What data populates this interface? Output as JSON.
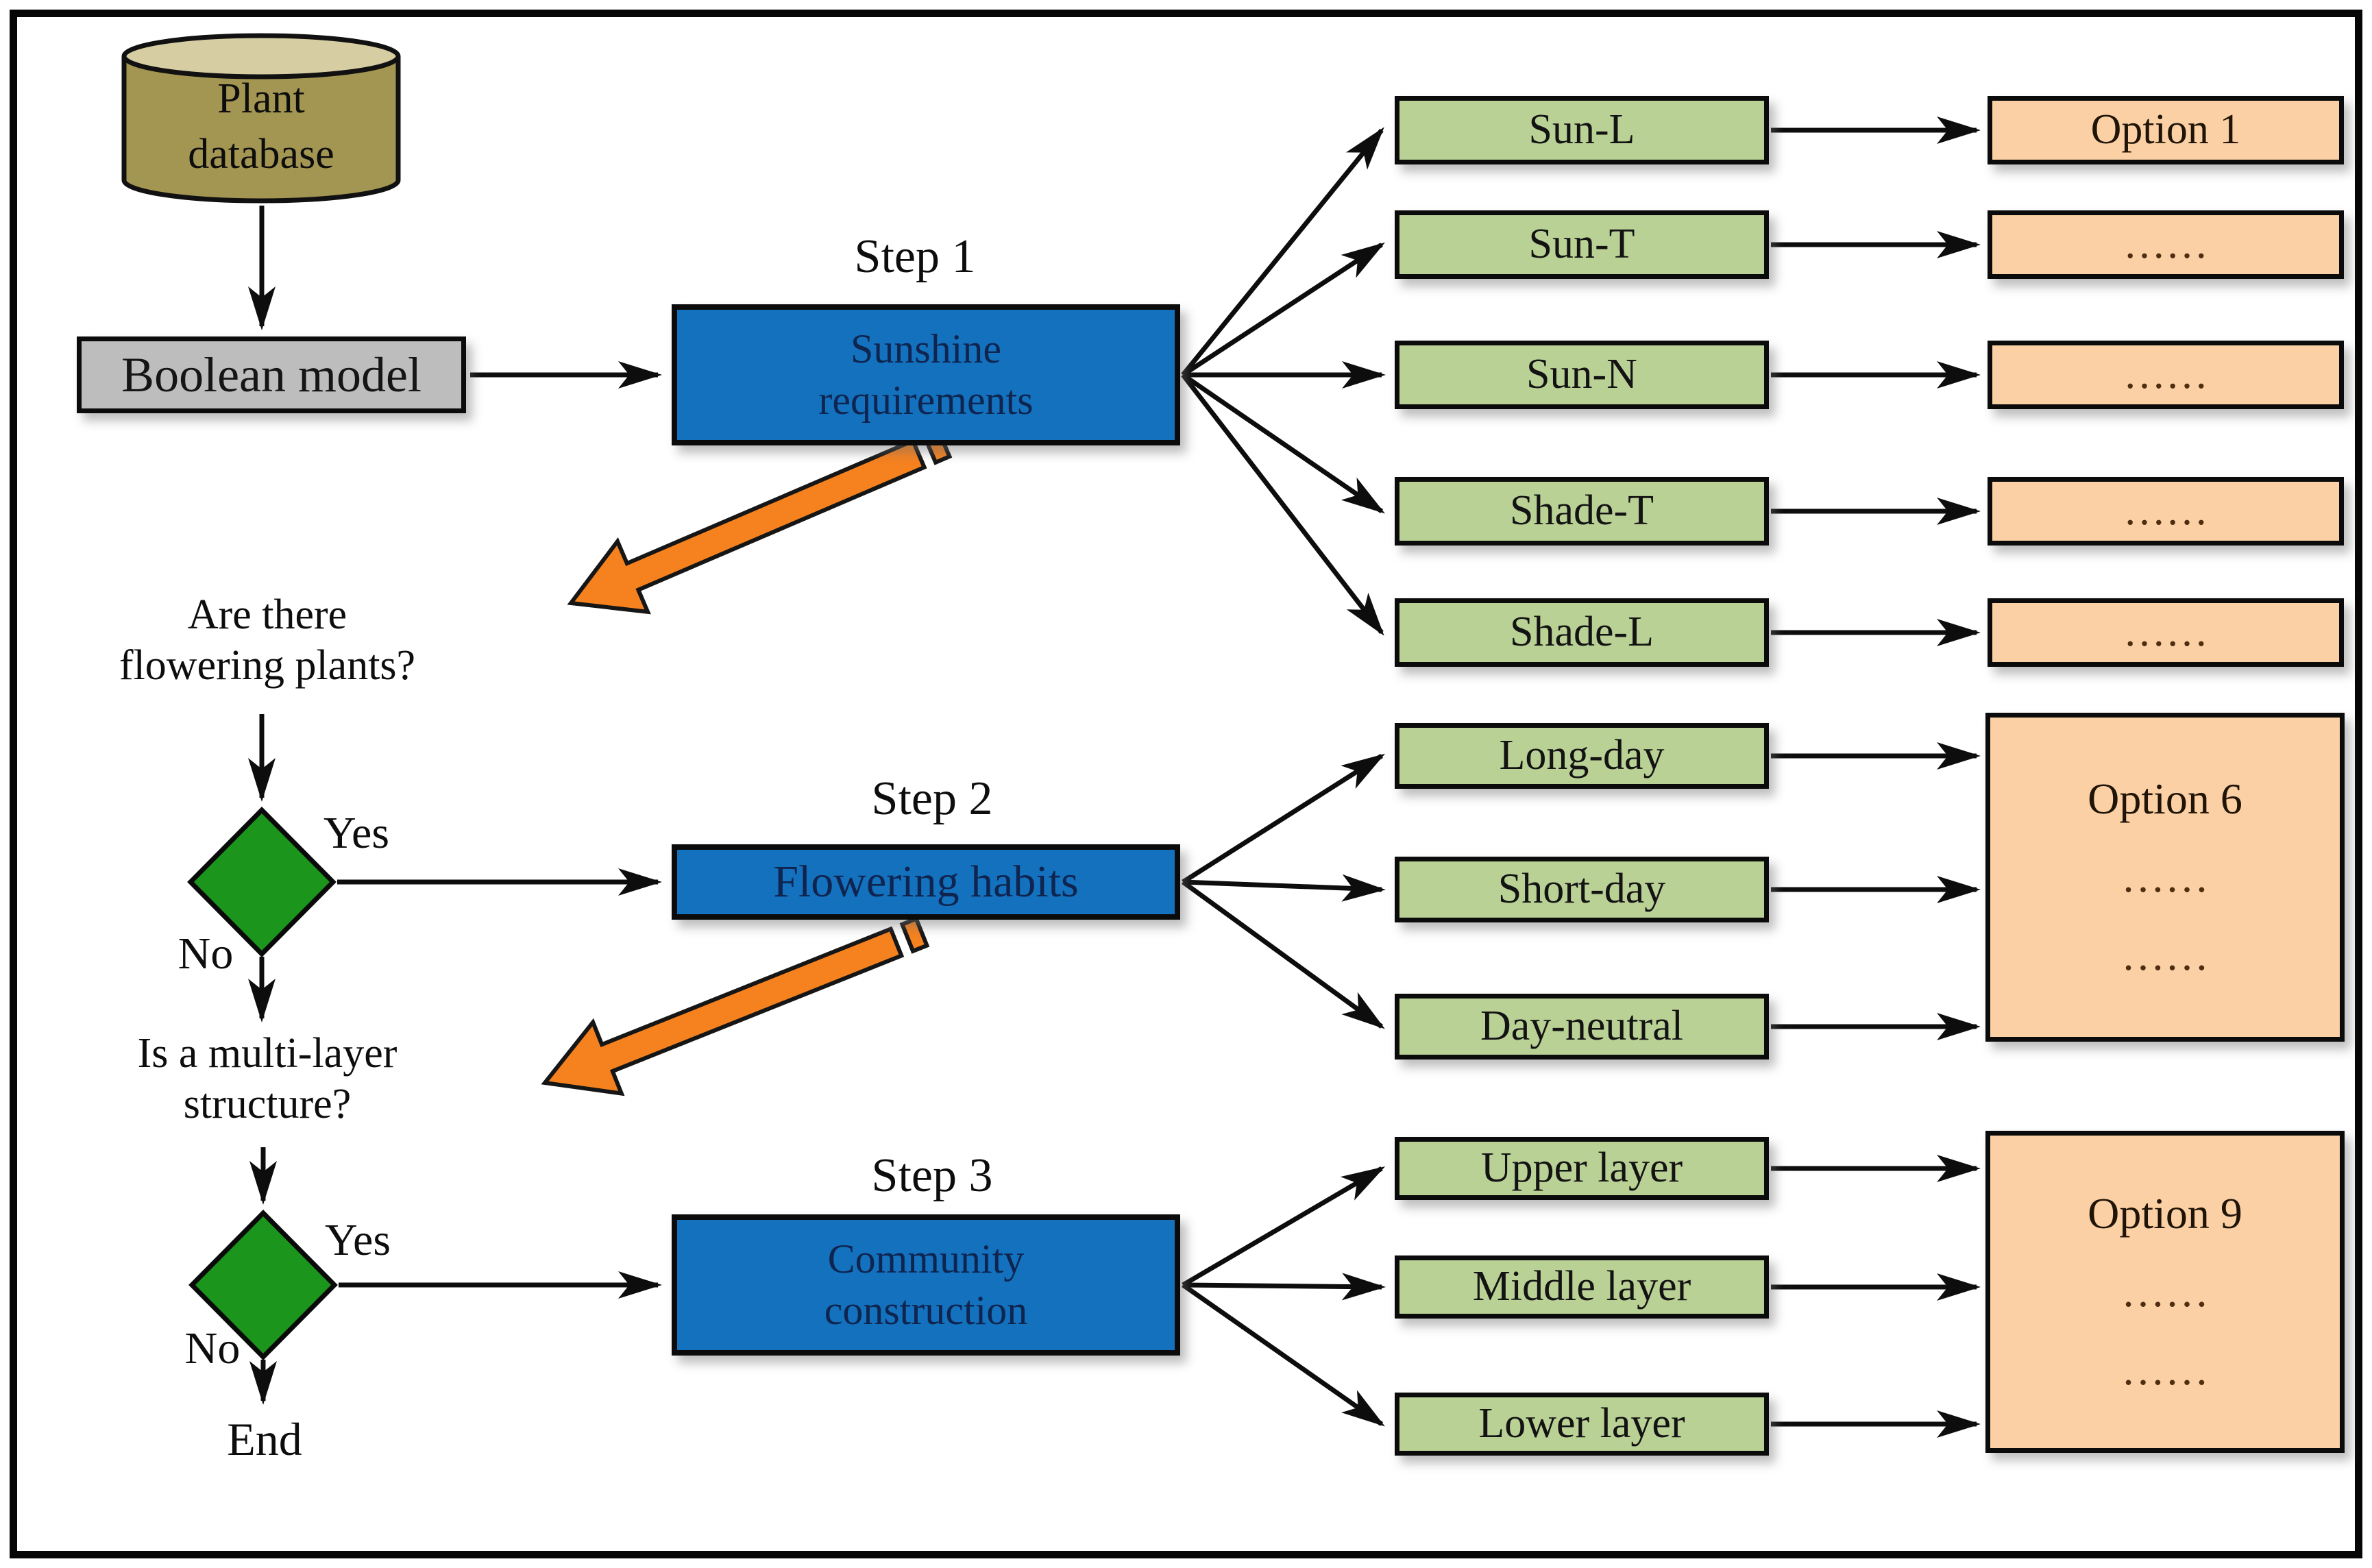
{
  "diagram": {
    "database": {
      "line1": "Plant",
      "line2": "database"
    },
    "boolean_box": "Boolean model",
    "step1": {
      "label": "Step 1",
      "line1": "Sunshine",
      "line2": "requirements"
    },
    "step2": {
      "label": "Step 2",
      "line1": "Flowering habits"
    },
    "step3": {
      "label": "Step 3",
      "line1": "Community",
      "line2": "construction"
    },
    "question1": {
      "line1": "Are there",
      "line2": "flowering plants?",
      "yes": "Yes",
      "no": "No"
    },
    "question2": {
      "line1": "Is a multi-layer",
      "line2": "structure?",
      "yes": "Yes",
      "no": "No"
    },
    "end_label": "End",
    "step1_categories": [
      "Sun-L",
      "Sun-T",
      "Sun-N",
      "Shade-T",
      "Shade-L"
    ],
    "step1_options": [
      "Option 1",
      "……",
      "……",
      "……",
      "……"
    ],
    "step2_categories": [
      "Long-day",
      "Short-day",
      "Day-neutral"
    ],
    "step2_option": {
      "line1": "Option 6",
      "line2": "……",
      "line3": "……"
    },
    "step3_categories": [
      "Upper layer",
      "Middle layer",
      "Lower layer"
    ],
    "step3_option": {
      "line1": "Option 9",
      "line2": "……",
      "line3": "……"
    },
    "colors": {
      "process_blue": "#1371BE",
      "category_green": "#BAD196",
      "option_peach": "#FBD0A4",
      "decision_green": "#1B951B",
      "model_gray": "#BDBDBD",
      "database_body": "#A39552",
      "database_top": "#D6CDA2",
      "callout_orange": "#F6821F",
      "line_black": "#0d0d0d"
    }
  }
}
